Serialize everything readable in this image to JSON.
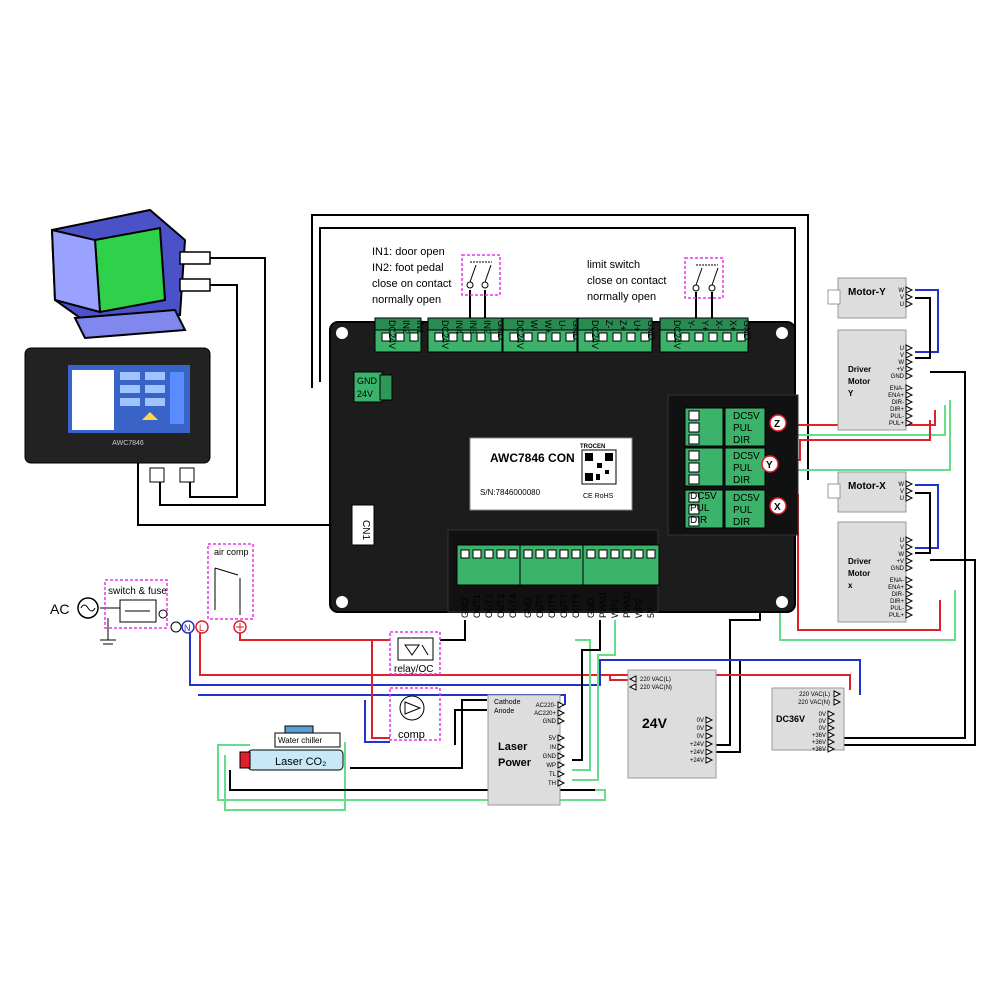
{
  "controller": {
    "model_label": "AWC7846 CON",
    "brand": "TROCEN",
    "serial": "S/N:7846000080",
    "cert": "CE RoHS",
    "cn1_label": "CN1",
    "gnd_label": "GND",
    "v24_label": "24V"
  },
  "top_terminals": [
    {
      "group": "a",
      "pins": [
        "DC24V",
        "IN2",
        "IN1"
      ]
    },
    {
      "group": "b",
      "pins": [
        "DC24V",
        "IN4",
        "IN3",
        "IN2",
        "GND"
      ]
    },
    {
      "group": "c",
      "pins": [
        "DC24V",
        "W-",
        "W+",
        "U-",
        "GND"
      ]
    },
    {
      "group": "d",
      "pins": [
        "DC24V",
        "Z-",
        "Z+",
        "U+",
        "GND"
      ]
    },
    {
      "group": "e",
      "pins": [
        "DC24V",
        "Y-",
        "Y+",
        "X-",
        "X+",
        "GND"
      ]
    }
  ],
  "notes": {
    "in_line1": "IN1: door open",
    "in_line2": "IN2: foot pedal",
    "in_line3": "close on contact",
    "in_line4": "normally open",
    "limit_line1": "limit switch",
    "limit_line2": "close on contact",
    "limit_line3": "normally open"
  },
  "axis_ports": {
    "pins": [
      "DC5V",
      "PUL",
      "DIR"
    ],
    "z": "Z",
    "y": "Y",
    "x": "X"
  },
  "bottom_terminals": {
    "out_a": [
      "GND",
      "OUT1",
      "OUT2",
      "OUT3",
      "OUT4"
    ],
    "out_b": [
      "GND",
      "OUT5",
      "OUT6",
      "OUT7",
      "OUT8"
    ],
    "pwm": [
      "GND",
      "PWM1",
      "WP1",
      "PWM2",
      "WP2",
      "5V"
    ]
  },
  "hmi": {
    "label": "AWC7846"
  },
  "motors": {
    "motor_y": "Motor-Y",
    "motor_x": "Motor-X",
    "motor_pins": [
      "W",
      "V",
      "U"
    ],
    "driver_y": [
      "Driver",
      "Motor",
      "Y"
    ],
    "driver_x": [
      "Driver",
      "Motor",
      "x"
    ],
    "driver_power_pins": [
      "U",
      "V",
      "W",
      "+V",
      "GND"
    ],
    "driver_signal_pins": [
      "ENA-",
      "ENA+",
      "DIR-",
      "DIR+",
      "PUL-",
      "PUL+"
    ]
  },
  "power": {
    "ac_label": "AC",
    "switch_fuse": "switch & fuse",
    "air_comp": "air comp",
    "relay": "relay/OC",
    "comp": "comp",
    "n_label": "N",
    "l_label": "L",
    "supply_24v_in": [
      "220 VAC(L)",
      "220 VAC(N)"
    ],
    "supply_24v_out": [
      "0V",
      "0V",
      "0V",
      "+24V",
      "+24V",
      "+24V"
    ],
    "supply_24v_label": "24V",
    "supply_36v_in": [
      "220 VAC(L)",
      "220 VAC(N)"
    ],
    "supply_36v_out": [
      "0V",
      "0V",
      "0V",
      "+36V",
      "+36V",
      "+36V"
    ],
    "supply_36v_label": "DC36V"
  },
  "laser": {
    "power_title1": "Laser",
    "power_title2": "Power",
    "top_pins": [
      "Cathode",
      "Anode"
    ],
    "ac_pins": [
      "AC220-",
      "AC220+",
      "GND"
    ],
    "sig_pins": [
      "5V",
      "IN",
      "GND",
      "WP",
      "TL",
      "TH"
    ],
    "chiller": "Water chiller",
    "tube": "Laser CO₂"
  },
  "colors": {
    "red": "#e0202a",
    "blue": "#2233cc",
    "green": "#66dd88",
    "black": "#000000",
    "terminal_green": "#3bb36a",
    "board": "#1a1a1a",
    "dash_box": "#ee33ee"
  }
}
